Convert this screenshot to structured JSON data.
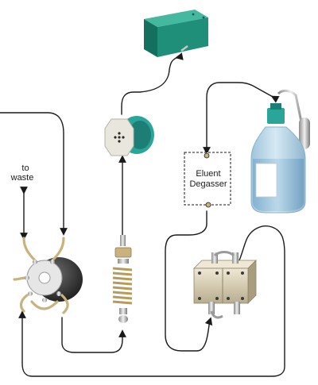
{
  "labels": {
    "to": "to",
    "waste": "waste",
    "degasser_line1": "Eluent",
    "degasser_line2": "Degasser"
  },
  "colors": {
    "tubing": "#1a1a1a",
    "detector_box": "#1f8f7a",
    "detector_box_top": "#45b8a0",
    "detector_box_side": "#13705e",
    "cell_teal": "#2aa59a",
    "cell_face": "#e9e7dd",
    "bottle_glass": "#bcd7e8",
    "bottle_cap": "#2aa59a",
    "pump_body": "#d8cdb2",
    "valve_body": "#3d3d3d",
    "valve_face": "#e6e6e6",
    "column_coil": "#c9b27e"
  },
  "icons": {
    "detector": "detector-box-icon",
    "flow_cell": "flow-cell-icon",
    "bottle": "eluent-bottle-icon",
    "degasser": "degasser-box",
    "pump": "pump-icon",
    "column": "column-icon",
    "injection_valve": "injection-valve-icon"
  }
}
